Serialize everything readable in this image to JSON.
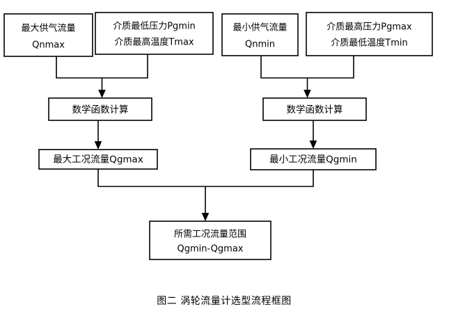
{
  "diagram": {
    "type": "flowchart",
    "title_caption": "图二  涡轮流量计选型流程框图",
    "nodes": {
      "max_supply_flow": {
        "line1": "最大供气流量",
        "line2": "Qnmax"
      },
      "min_pressure_max_temp": {
        "line1": "介质最低压力Pgmin",
        "line2": "介质最高温度Tmax"
      },
      "min_supply_flow": {
        "line1": "最小供气流量",
        "line2": "Qnmin"
      },
      "max_pressure_min_temp": {
        "line1": "介质最高压力Pgmax",
        "line2": "介质最低温度Tmin"
      },
      "math_calc_left": {
        "line1": "数学函数计算"
      },
      "math_calc_right": {
        "line1": "数学函数计算"
      },
      "max_working_flow": {
        "line1": "最大工况流量Qgmax"
      },
      "min_working_flow": {
        "line1": "最小工况流量Qgmin"
      },
      "required_flow_range": {
        "line1": "所需工况流量范围",
        "line2": "Qgmin-Qgmax"
      }
    },
    "colors": {
      "stroke": "#000000",
      "fill": "#ffffff",
      "text": "#000000"
    }
  }
}
